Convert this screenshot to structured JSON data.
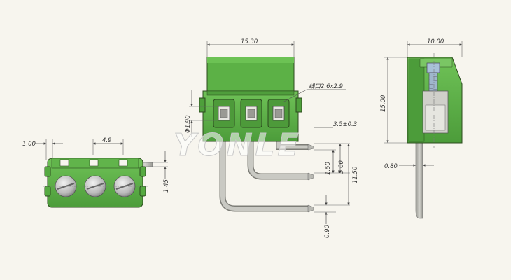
{
  "watermark": "YONLE",
  "dimensions": {
    "width_top": "15.30",
    "wire_hole": "线口2.6x2.9",
    "hole_dia": "Φ1.90",
    "pin_tip": "3.5±0.3",
    "pin_gap": "1.50",
    "pitch": "5.00",
    "height_pins": "11.50",
    "pin_thick": "0.90",
    "left_offset": "1.00",
    "left_pitch": "4.9",
    "left_height": "1.45",
    "side_width": "10.00",
    "side_height": "15.00",
    "side_pin": "0.80"
  },
  "colors": {
    "body": "#5cb146",
    "body_dark": "#3f8a2f",
    "body_light": "#79c663",
    "metal": "#b9b9b3",
    "metal_dark": "#8a8a84"
  }
}
